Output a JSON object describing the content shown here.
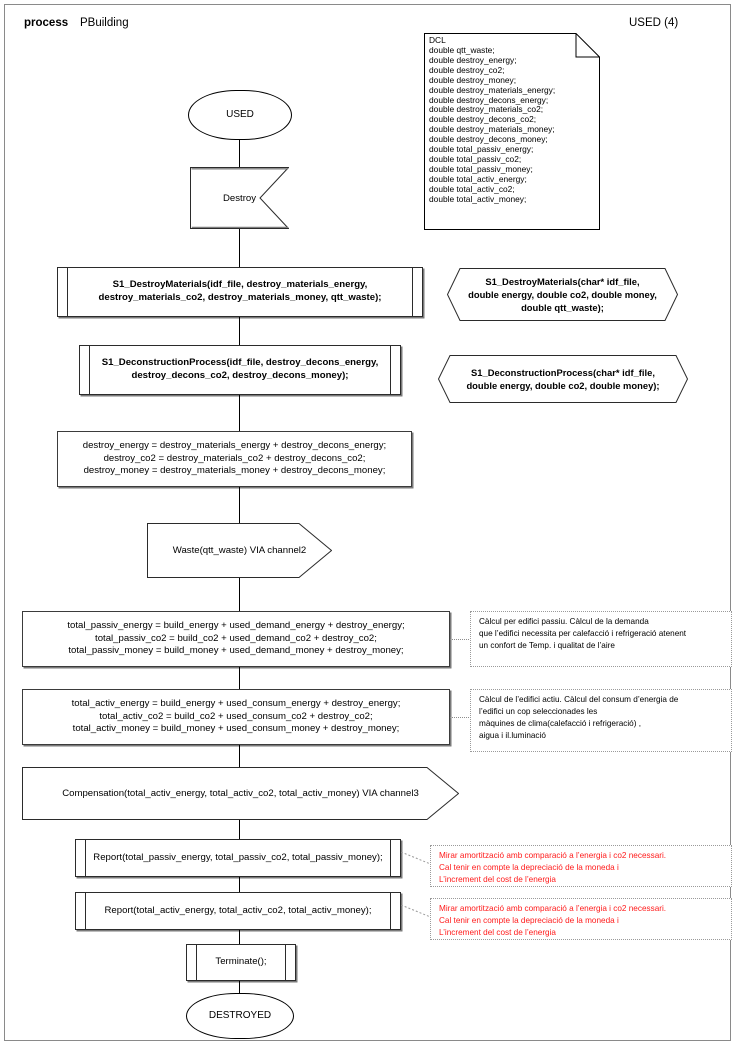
{
  "header": {
    "keyword": "process",
    "name": "PBuilding",
    "state_label": "USED (4)"
  },
  "declaration_note": {
    "title": "DCL",
    "lines": "DCL\ndouble qtt_waste;\ndouble destroy_energy;\ndouble destroy_co2;\ndouble destroy_money;\ndouble destroy_materials_energy;\ndouble destroy_decons_energy;\ndouble destroy_materials_co2;\ndouble destroy_decons_co2;\ndouble destroy_materials_money;\ndouble destroy_decons_money;\ndouble total_passiv_energy;\ndouble total_passiv_co2;\ndouble total_passiv_money;\ndouble total_activ_energy;\ndouble total_activ_co2;\ndouble total_activ_money;"
  },
  "flow": {
    "start_state": "USED",
    "receive_signal": "Destroy",
    "call_destroy_materials": "S1_DestroyMaterials(idf_file, destroy_materials_energy,\ndestroy_materials_co2, destroy_materials_money, qtt_waste);",
    "call_deconstruction": "S1_DeconstructionProcess(idf_file, destroy_decons_energy,\ndestroy_decons_co2, destroy_decons_money);",
    "destroy_totals": "destroy_energy = destroy_materials_energy + destroy_decons_energy;\ndestroy_co2 = destroy_materials_co2 + destroy_decons_co2;\ndestroy_money = destroy_materials_money + destroy_decons_money;",
    "send_waste": "Waste(qtt_waste) VIA channel2",
    "passiv_totals": "total_passiv_energy = build_energy + used_demand_energy + destroy_energy;\ntotal_passiv_co2 = build_co2 + used_demand_co2 + destroy_co2;\ntotal_passiv_money =  build_money + used_demand_money + destroy_money;",
    "activ_totals": "total_activ_energy = build_energy + used_consum_energy + destroy_energy;\ntotal_activ_co2 =  build_co2 + used_consum_co2 + destroy_co2;\ntotal_activ_money = build_money + used_consum_money + destroy_money;",
    "send_compensation": "Compensation(total_activ_energy, total_activ_co2, total_activ_money) VIA channel3",
    "report_passiv": "Report(total_passiv_energy, total_passiv_co2, total_passiv_money);",
    "report_activ": "Report(total_activ_energy, total_activ_co2, total_activ_money);",
    "terminate": "Terminate();",
    "end_state": "DESTROYED"
  },
  "signatures": {
    "destroy_materials": "S1_DestroyMaterials(char* idf_file,\ndouble energy, double co2, double money,\ndouble qtt_waste);",
    "deconstruction": "S1_DeconstructionProcess(char* idf_file,\ndouble energy, double co2, double money);"
  },
  "annotations": {
    "passiv_note": "Càlcul per edifici passiu. Càlcul de la demanda\nque l’edifici necessita per calefacció i refrigeració atenent\nun confort de Temp.  i qualitat de l’aire",
    "activ_note": "Càlcul de l’edifici actiu. Càlcul del consum d’energia de\nl’edifici un cop seleccionades les\nmàquines de clima(calefacció i refrigeració) ,\naigua i il.luminació",
    "report_passiv_note": "Mirar amortització amb comparació a l’energia i co2 necessari.\nCal tenir en compte la depreciació de la moneda i\nL’increment del cost de l’energia",
    "report_activ_note": "Mirar amortització amb comparació a l’energia i co2 necessari.\nCal tenir en compte la depreciació de la moneda i\nL’increment del cost de l’energia"
  },
  "colors": {
    "annotation_red": "#ff1a1a",
    "shape_stroke": "#000000",
    "shadow": "#7a7a7a"
  }
}
